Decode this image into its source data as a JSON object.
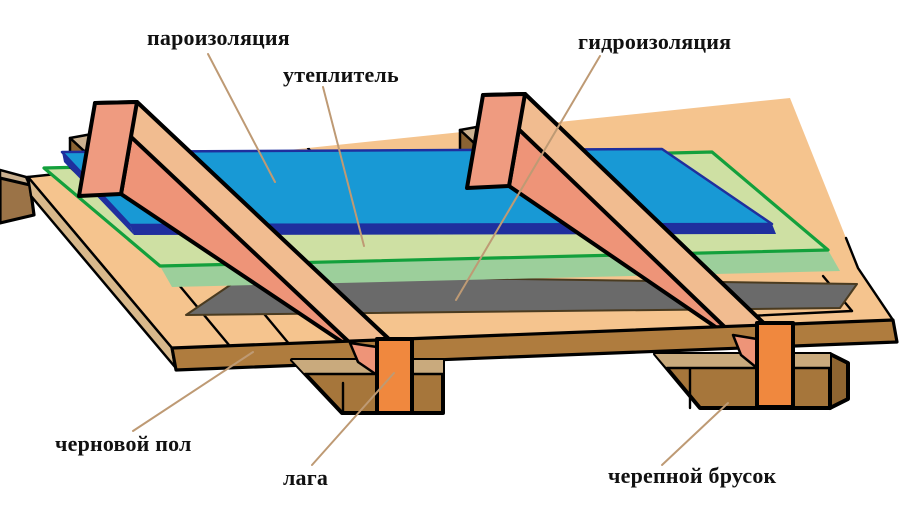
{
  "diagram": {
    "labels": {
      "vapor_barrier": "пароизоляция",
      "insulation": "утеплитель",
      "waterproofing": "гидроизоляция",
      "subfloor": "черновой пол",
      "joist": "лага",
      "cranial_bar": "черепной брусок"
    },
    "colors": {
      "vapor_top": "#1899D5",
      "vapor_edge": "#1F2F9E",
      "insulation_top": "#CEE0A3",
      "insulation_front": "#9CCF9B",
      "insulation_edge": "#13A03C",
      "waterproofing_gray": "#6A6A6A",
      "floor_top": "#F5C48E",
      "floor_side": "#AF7C3E",
      "floor_left_edge": "#D8B88B",
      "joist_top": "#F1BC90",
      "joist_side": "#EE9478",
      "joist_end": "#EF9B80",
      "joist_lower": "#F0883E",
      "block_brown": "#A6763B",
      "block_top": "#C9AA7D",
      "block_side_dark": "#8F6531",
      "box_top": "#CBB190",
      "box_front": "#9B7347",
      "box_side": "#8A6333",
      "leader": "#BE9A74",
      "background": "#FFFFFF"
    }
  }
}
